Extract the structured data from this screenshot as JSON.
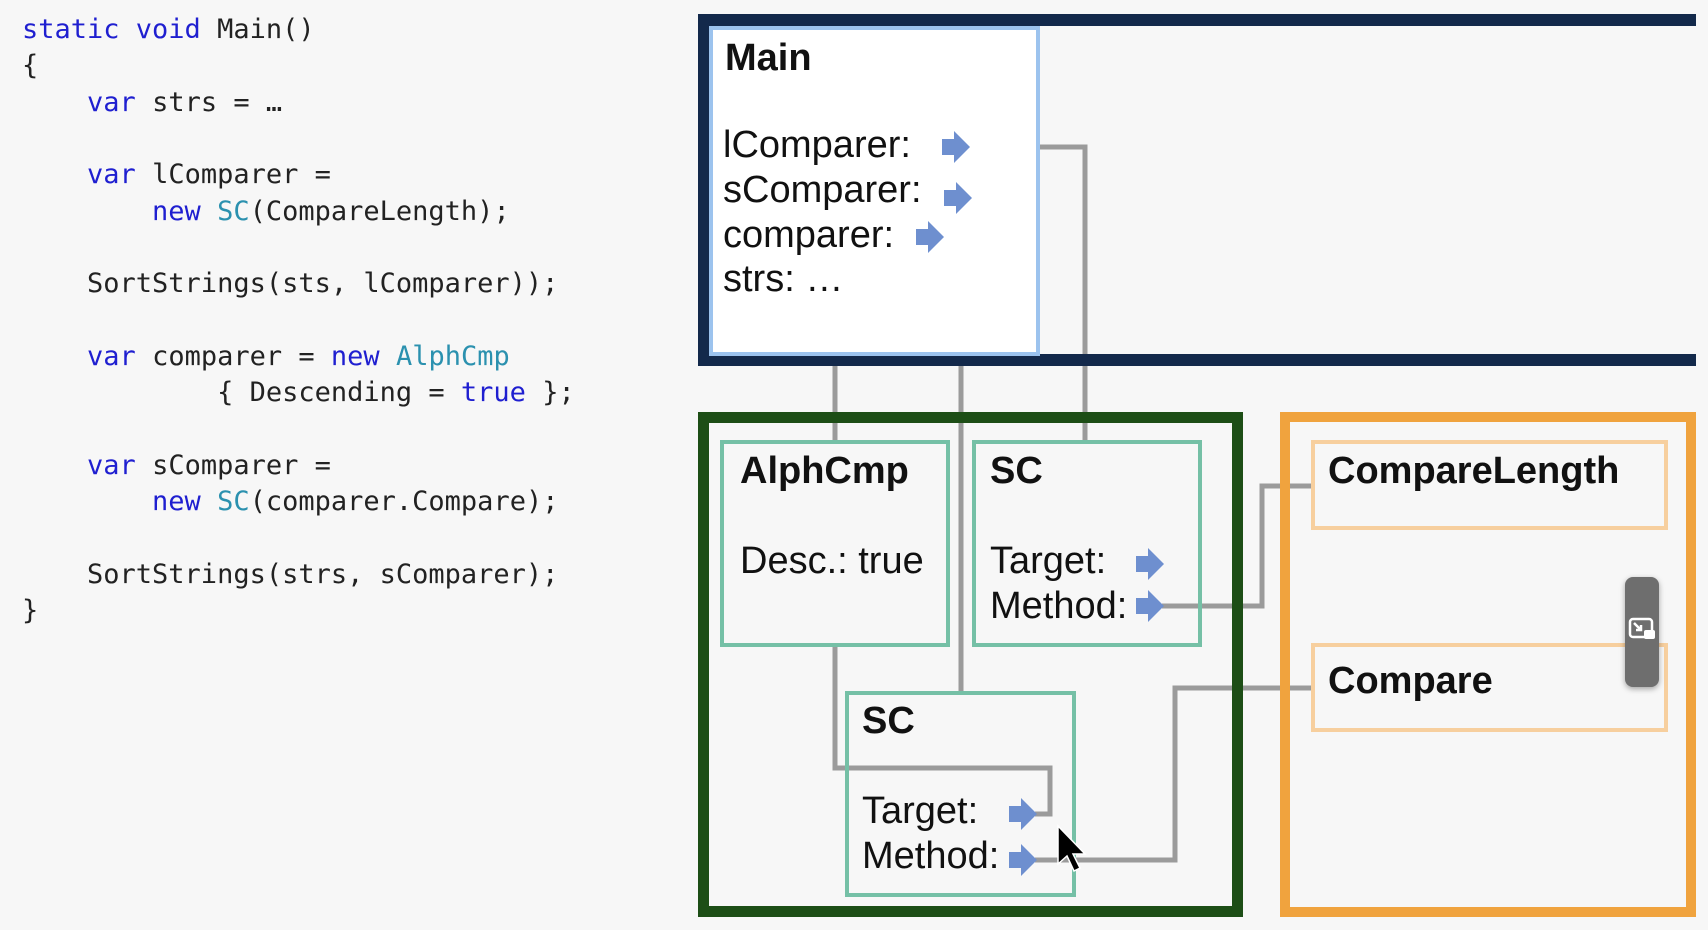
{
  "code": {
    "lines": [
      [
        {
          "t": "static void",
          "c": "kw"
        },
        {
          "t": " Main()"
        }
      ],
      [
        {
          "t": "{"
        }
      ],
      [
        {
          "t": "    "
        },
        {
          "t": "var",
          "c": "kw"
        },
        {
          "t": " strs = …"
        }
      ],
      [],
      [
        {
          "t": "    "
        },
        {
          "t": "var",
          "c": "kw"
        },
        {
          "t": " lComparer ="
        }
      ],
      [
        {
          "t": "        "
        },
        {
          "t": "new",
          "c": "kw"
        },
        {
          "t": " "
        },
        {
          "t": "SC",
          "c": "ty"
        },
        {
          "t": "(CompareLength);"
        }
      ],
      [],
      [
        {
          "t": "    SortStrings(sts, lComparer));"
        }
      ],
      [],
      [
        {
          "t": "    "
        },
        {
          "t": "var",
          "c": "kw"
        },
        {
          "t": " comparer = "
        },
        {
          "t": "new",
          "c": "kw"
        },
        {
          "t": " "
        },
        {
          "t": "AlphCmp",
          "c": "ty"
        }
      ],
      [
        {
          "t": "            { Descending = "
        },
        {
          "t": "true",
          "c": "kw"
        },
        {
          "t": " };"
        }
      ],
      [],
      [
        {
          "t": "    "
        },
        {
          "t": "var",
          "c": "kw"
        },
        {
          "t": " sComparer ="
        }
      ],
      [
        {
          "t": "        "
        },
        {
          "t": "new",
          "c": "kw"
        },
        {
          "t": " "
        },
        {
          "t": "SC",
          "c": "ty"
        },
        {
          "t": "(comparer.Compare);"
        }
      ],
      [],
      [
        {
          "t": "    SortStrings(strs, sComparer);"
        }
      ],
      [
        {
          "t": "}"
        }
      ]
    ]
  },
  "diagram": {
    "main": {
      "title": "Main",
      "fields": [
        "lComparer:",
        "sComparer:",
        "comparer:",
        "strs: …"
      ]
    },
    "alphcmp": {
      "title": "AlphCmp",
      "field": "Desc.: true"
    },
    "sc_top": {
      "title": "SC",
      "target": "Target:",
      "method": "Method:"
    },
    "sc_bottom": {
      "title": "SC",
      "target": "Target:",
      "method": "Method:"
    },
    "compare_length": {
      "title": "CompareLength"
    },
    "compare": {
      "title": "Compare"
    }
  },
  "colors": {
    "stack_border": "#13294b",
    "main_frame": "#9cc3ee",
    "heap_border": "#1d4e16",
    "object_border": "#75c0a6",
    "methods_border": "#f0a33e",
    "method_box": "#f7cf9e",
    "connector": "#9b9b9b",
    "pointer_arrow": "#6e8fcf",
    "keyword": "#1f1fd0",
    "type": "#2b91af"
  },
  "icons": [
    "pointer-arrow-icon",
    "mouse-cursor-icon",
    "picture-in-picture-icon"
  ]
}
